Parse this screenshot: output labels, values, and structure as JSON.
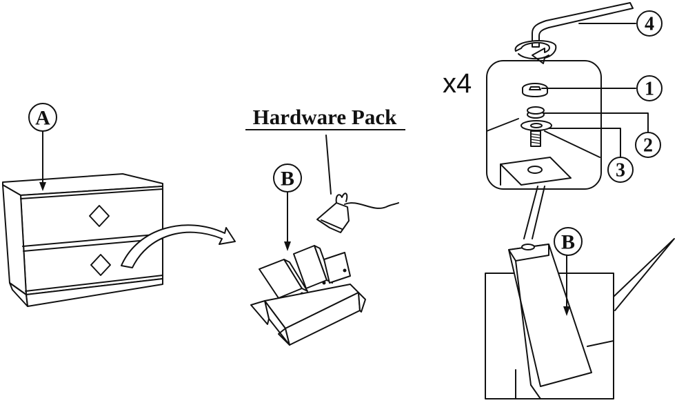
{
  "labels": {
    "dresser": "A",
    "legs_box": "B",
    "leg_detail": "B"
  },
  "hardware_pack_title": "Hardware Pack",
  "quantity": "x4",
  "callouts": [
    "1",
    "2",
    "3",
    "4"
  ]
}
